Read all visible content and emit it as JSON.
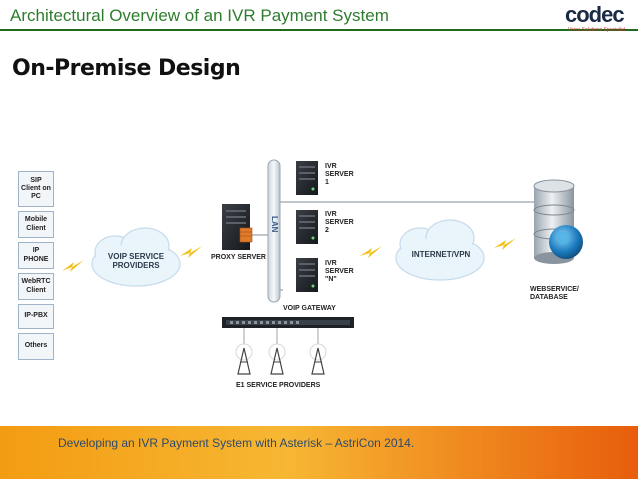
{
  "header": {
    "title": "Architectural Overview of an IVR Payment System"
  },
  "logo": {
    "brand": "codec",
    "tagline": "Voice Solutions Specialist"
  },
  "slide": {
    "subtitle": "On-Premise Design"
  },
  "devices": [
    "SIP Client on PC",
    "Mobile Client",
    "IP PHONE",
    "WebRTC Client",
    "IP-PBX",
    "Others"
  ],
  "clouds": {
    "voip": "VOIP SERVICE PROVIDERS",
    "internet": "INTERNET/VPN"
  },
  "labels": {
    "proxy": "PROXY SERVER",
    "lan": "LAN",
    "ivr1": "IVR SERVER 1",
    "ivr2": "IVR SERVER 2",
    "ivrn": "IVR SERVER \"N\"",
    "gateway": "VOIP GATEWAY",
    "e1": "E1 SERVICE PROVIDERS",
    "webservice": "WEBSERVICE/ DATABASE"
  },
  "footer": {
    "text": "Developing an IVR Payment System with Asterisk – AstriCon 2014."
  },
  "colors": {
    "title": "#2e7d2e",
    "rule": "#1e6a1e",
    "footer_text": "#2d4a6b",
    "footer_bg": "#f39c12"
  },
  "icons": [
    "server-icon",
    "cloud-icon",
    "lightning-icon",
    "antenna-icon",
    "database-globe-icon",
    "gateway-rack-icon"
  ]
}
